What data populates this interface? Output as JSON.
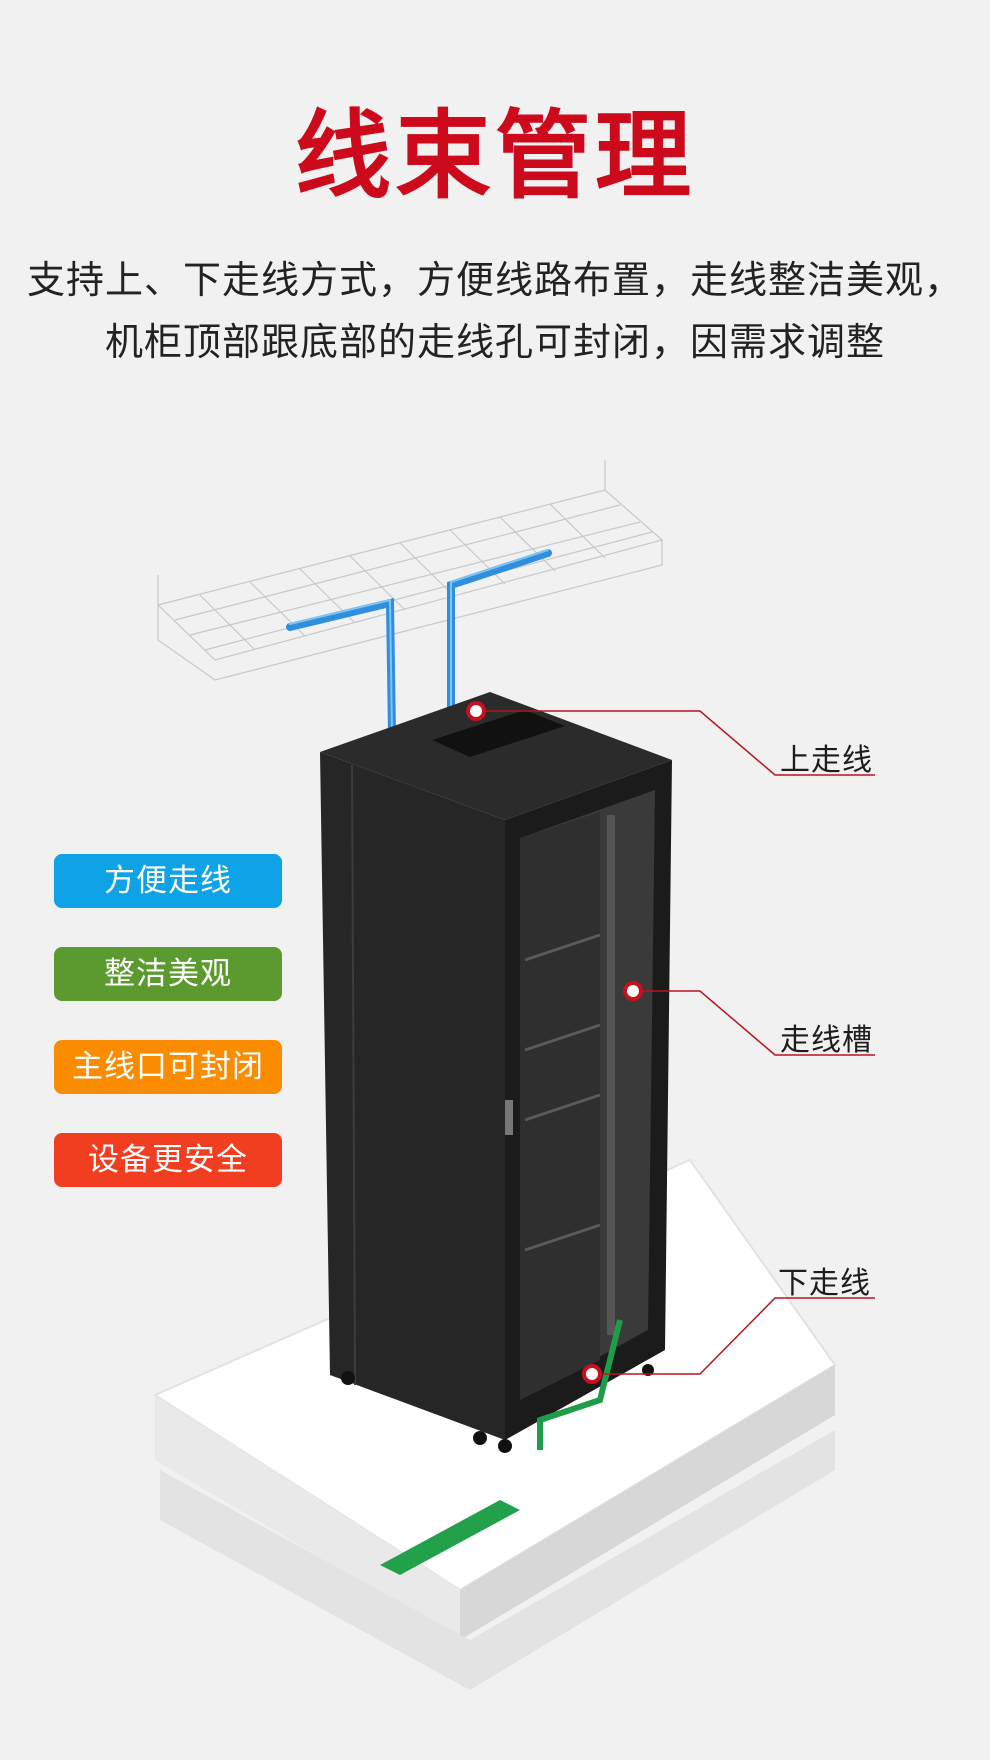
{
  "title": "线束管理",
  "description": {
    "line1": "支持上、下走线方式，方便线路布置，走线整洁美观，",
    "line2": "机柜顶部跟底部的走线孔可封闭，因需求调整"
  },
  "features": [
    {
      "label": "方便走线",
      "color": "#0ea2e6"
    },
    {
      "label": "整洁美观",
      "color": "#5a9a2e"
    },
    {
      "label": "主线口可封闭",
      "color": "#fb8c00"
    },
    {
      "label": "设备更安全",
      "color": "#f23e20"
    }
  ],
  "callouts": {
    "top": "上走线",
    "middle": "走线槽",
    "bottom": "下走线"
  },
  "accent_color": "#cc0a1c"
}
